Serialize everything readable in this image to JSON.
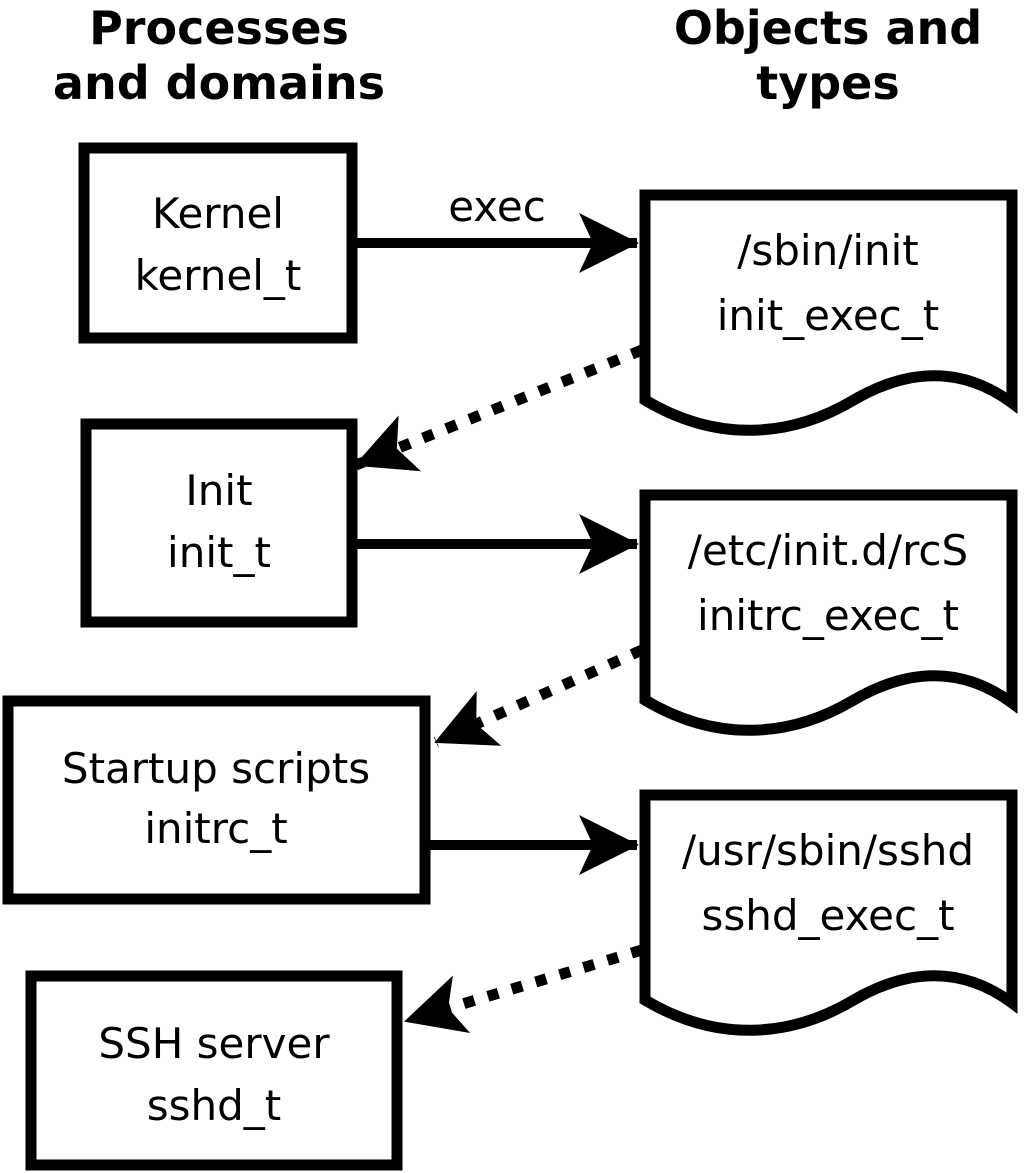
{
  "diagram": {
    "background_color": "#ffffff",
    "ink_color": "#000000",
    "column_headers": {
      "left": {
        "line1": "Processes",
        "line2": "and domains"
      },
      "right": {
        "line1": "Objects and",
        "line2": "types"
      }
    },
    "process_nodes": [
      {
        "id": "kernel",
        "line1": "Kernel",
        "line2": "kernel_t"
      },
      {
        "id": "init",
        "line1": "Init",
        "line2": "init_t"
      },
      {
        "id": "startup-scripts",
        "line1": "Startup scripts",
        "line2": "initrc_t"
      },
      {
        "id": "ssh-server",
        "line1": "SSH server",
        "line2": "sshd_t"
      }
    ],
    "object_nodes": [
      {
        "id": "sbin-init",
        "line1": "/sbin/init",
        "line2": "init_exec_t"
      },
      {
        "id": "etc-initd-rcs",
        "line1": "/etc/init.d/rcS",
        "line2": "initrc_exec_t"
      },
      {
        "id": "usr-sbin-sshd",
        "line1": "/usr/sbin/sshd",
        "line2": "sshd_exec_t"
      }
    ],
    "edges": [
      {
        "from": "kernel_t",
        "to": "init_exec_t",
        "style": "solid",
        "label": "exec"
      },
      {
        "from": "init_exec_t",
        "to": "init_t",
        "style": "dotted",
        "label": ""
      },
      {
        "from": "init_t",
        "to": "initrc_exec_t",
        "style": "solid",
        "label": ""
      },
      {
        "from": "initrc_exec_t",
        "to": "initrc_t",
        "style": "dotted",
        "label": ""
      },
      {
        "from": "initrc_t",
        "to": "sshd_exec_t",
        "style": "solid",
        "label": ""
      },
      {
        "from": "sshd_exec_t",
        "to": "sshd_t",
        "style": "dotted",
        "label": ""
      }
    ]
  }
}
